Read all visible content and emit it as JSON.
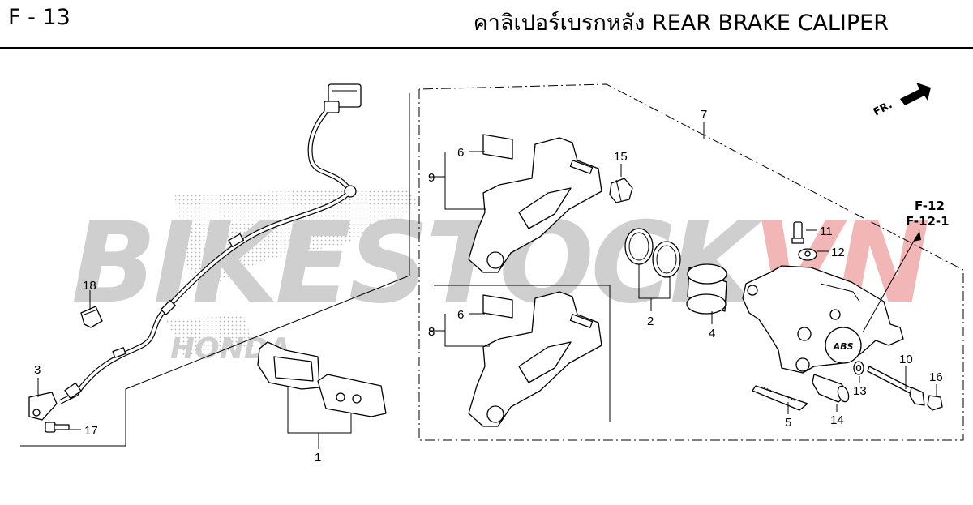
{
  "header": {
    "page_code": "F - 13",
    "title": "คาลิเปอร์เบรกหลัง  REAR BRAKE CALIPER"
  },
  "watermark": {
    "text_main": "BIKESTOCK",
    "text_accent": "VN",
    "main_color": "#cfcfcf",
    "accent_color": "#f2b6b6",
    "emblem_text": "HONDA"
  },
  "direction_indicator": {
    "label": "FR."
  },
  "references": {
    "ref_a": "F-12",
    "ref_b": "F-12-1"
  },
  "callouts": {
    "c1": "1",
    "c2": "2",
    "c3": "3",
    "c4": "4",
    "c5": "5",
    "c6a": "6",
    "c6b": "6",
    "c7": "7",
    "c8": "8",
    "c9": "9",
    "c10": "10",
    "c11": "11",
    "c12": "12",
    "c13": "13",
    "c14": "14",
    "c15": "15",
    "c16": "16",
    "c17": "17",
    "c18": "18"
  },
  "badge_text": "ABS"
}
